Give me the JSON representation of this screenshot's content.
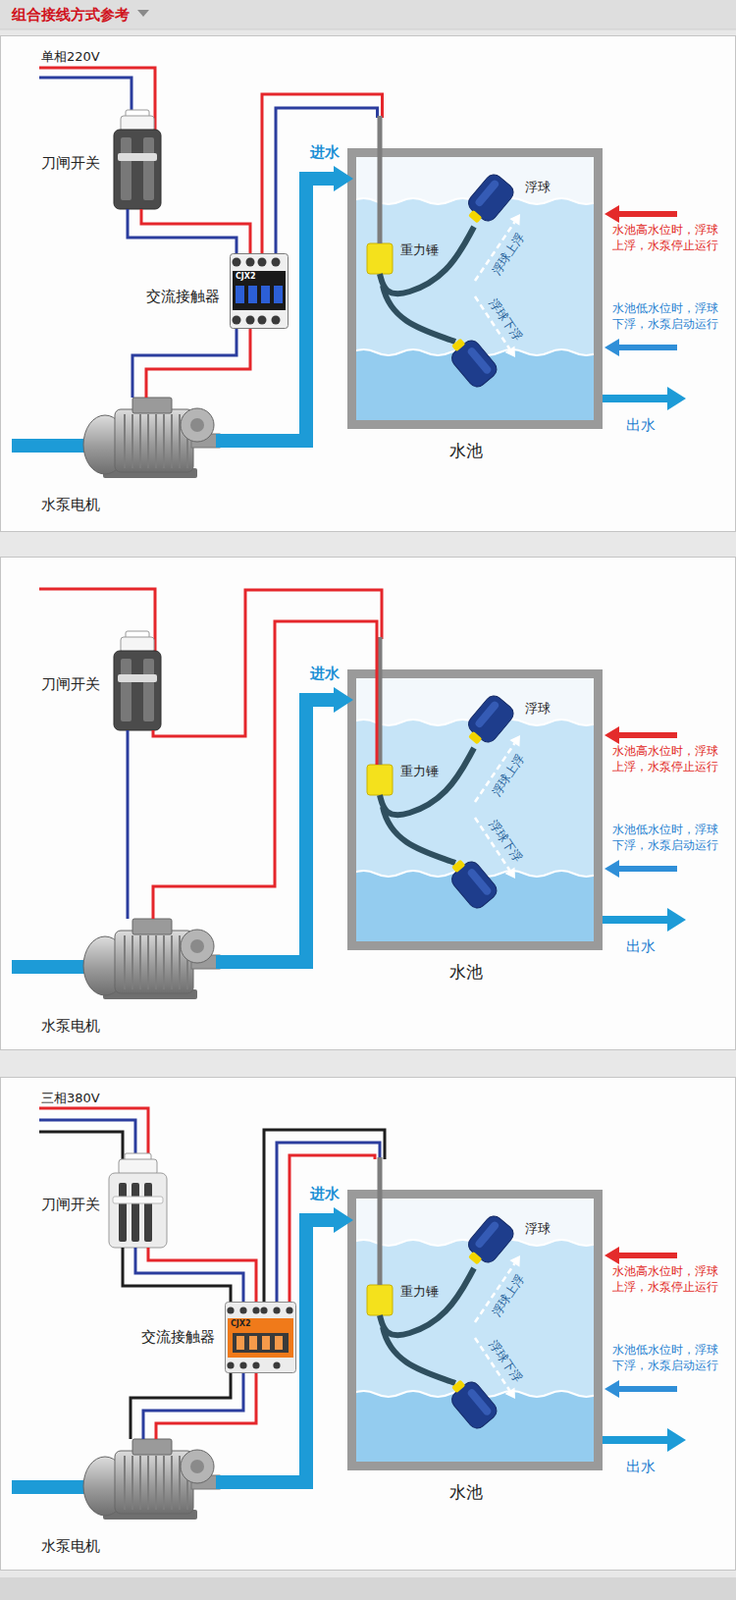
{
  "diagram": {
    "title": "组合接线方式参考",
    "nodes": [
      {
        "text": [
          "刀闸开关"
        ]
      },
      {
        "text": [
          "交流接触器",
          "CJX2"
        ]
      },
      {
        "text": [
          "水泵电机"
        ]
      },
      {
        "text": [
          "水池"
        ]
      },
      {
        "text": [
          "重力锤"
        ],
        "in": 3
      },
      {
        "text": [
          "浮球"
        ],
        "in": 3
      },
      {
        "text": [
          "刀闸开关"
        ]
      },
      {
        "text": [
          "水泵电机"
        ]
      },
      {
        "text": [
          "水池"
        ]
      },
      {
        "text": [
          "重力锤"
        ],
        "in": 8
      },
      {
        "text": [
          "浮球"
        ],
        "in": 8
      },
      {
        "text": [
          "刀闸开关"
        ]
      },
      {
        "text": [
          "交流接触器",
          "CJX2"
        ]
      },
      {
        "text": [
          "水泵电机"
        ]
      },
      {
        "text": [
          "水池"
        ]
      },
      {
        "text": [
          "重力锤"
        ],
        "in": 14
      },
      {
        "text": [
          "浮球"
        ],
        "in": 14
      }
    ],
    "edges": [
      {
        "from": 0,
        "to": 1,
        "arrow": "none"
      },
      {
        "from": 1,
        "to": 4,
        "arrow": "none"
      },
      {
        "from": 1,
        "to": 2,
        "arrow": "none"
      },
      {
        "from": 2,
        "to": 3,
        "label": "进水",
        "arrow": "to"
      },
      {
        "from": 4,
        "to": 5,
        "arrow": "none"
      },
      {
        "from": 6,
        "to": 9,
        "arrow": "none"
      },
      {
        "from": 9,
        "to": 7,
        "arrow": "none"
      },
      {
        "from": 6,
        "to": 7,
        "arrow": "none"
      },
      {
        "from": 7,
        "to": 8,
        "label": "进水",
        "arrow": "to"
      },
      {
        "from": 9,
        "to": 10,
        "arrow": "none"
      },
      {
        "from": 11,
        "to": 12,
        "arrow": "none"
      },
      {
        "from": 12,
        "to": 15,
        "arrow": "none"
      },
      {
        "from": 12,
        "to": 13,
        "arrow": "none"
      },
      {
        "from": 13,
        "to": 14,
        "label": "进水",
        "arrow": "to"
      },
      {
        "from": 15,
        "to": 16,
        "arrow": "none"
      }
    ],
    "labels": [
      "单相220V",
      "浮球上浮",
      "浮球下浮",
      "水池高水位时，浮球上浮，水泵停止运行",
      "水池低水位时，浮球下浮，水泵启动运行",
      "出水",
      "浮球上浮",
      "浮球下浮",
      "水池高水位时，浮球上浮，水泵停止运行",
      "水池低水位时，浮球下浮，水泵启动运行",
      "出水",
      "三相380V",
      "浮球上浮",
      "浮球下浮",
      "水池高水位时，浮球上浮，水泵停止运行",
      "水池低水位时，浮球下浮，水泵启动运行",
      "出水"
    ]
  }
}
